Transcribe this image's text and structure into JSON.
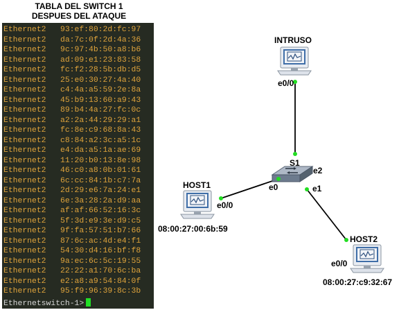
{
  "title": {
    "line1": "TABLA DEL SWITCH 1",
    "line2": "DESPUES DEL ATAQUE"
  },
  "terminal": {
    "rows": [
      {
        "iface": "Ethernet2",
        "mac": "93:ef:80:2d:fc:97"
      },
      {
        "iface": "Ethernet2",
        "mac": "da:7c:0f:2d:4a:36"
      },
      {
        "iface": "Ethernet2",
        "mac": "9c:97:4b:50:a8:b6"
      },
      {
        "iface": "Ethernet2",
        "mac": "ad:09:e1:23:83:58"
      },
      {
        "iface": "Ethernet2",
        "mac": "fc:f2:28:5b:db:d5"
      },
      {
        "iface": "Ethernet2",
        "mac": "25:e0:30:27:4a:40"
      },
      {
        "iface": "Ethernet2",
        "mac": "c4:4a:a5:59:2e:8a"
      },
      {
        "iface": "Ethernet2",
        "mac": "45:b9:13:60:a9:43"
      },
      {
        "iface": "Ethernet2",
        "mac": "89:b4:4a:27:fc:0c"
      },
      {
        "iface": "Ethernet2",
        "mac": "a2:2a:44:29:29:a1"
      },
      {
        "iface": "Ethernet2",
        "mac": "fc:8e:c9:68:8a:43"
      },
      {
        "iface": "Ethernet2",
        "mac": "c8:84:a2:3c:a5:1c"
      },
      {
        "iface": "Ethernet2",
        "mac": "e4:da:a5:1a:ae:69"
      },
      {
        "iface": "Ethernet2",
        "mac": "11:20:b0:13:8e:98"
      },
      {
        "iface": "Ethernet2",
        "mac": "46:c0:a8:0b:01:61"
      },
      {
        "iface": "Ethernet2",
        "mac": "6c:cc:84:1b:c7:7a"
      },
      {
        "iface": "Ethernet2",
        "mac": "2d:29:e6:7a:24:e1"
      },
      {
        "iface": "Ethernet2",
        "mac": "6e:3a:28:2a:d9:aa"
      },
      {
        "iface": "Ethernet2",
        "mac": "af:af:66:52:16:3c"
      },
      {
        "iface": "Ethernet2",
        "mac": "5f:3d:e9:3e:d9:c5"
      },
      {
        "iface": "Ethernet2",
        "mac": "9f:fa:57:51:b7:66"
      },
      {
        "iface": "Ethernet2",
        "mac": "87:6c:ac:4d:e4:f1"
      },
      {
        "iface": "Ethernet2",
        "mac": "54:30:d4:16:bf:f8"
      },
      {
        "iface": "Ethernet2",
        "mac": "9a:ec:6c:5c:19:55"
      },
      {
        "iface": "Ethernet2",
        "mac": "22:22:a1:70:6c:ba"
      },
      {
        "iface": "Ethernet2",
        "mac": "e2:a8:a9:54:84:0f"
      },
      {
        "iface": "Ethernet2",
        "mac": "95:f9:96:39:8c:3b"
      }
    ],
    "prompt": "Ethernetswitch-1>",
    "colors": {
      "background": "#262b22",
      "text": "#e0a43c",
      "cursor": "#22e026"
    }
  },
  "topology": {
    "intruso": {
      "name": "INTRUSO",
      "port": "e0/0"
    },
    "switch": {
      "name": "S1",
      "port_e0": "e0",
      "port_e1": "e1",
      "port_e2": "e2"
    },
    "host1": {
      "name": "HOST1",
      "port": "e0/0",
      "mac": "08:00:27:00:6b:59"
    },
    "host2": {
      "name": "HOST2",
      "port": "e0/0",
      "mac": "08:00:27:c9:32:67"
    },
    "link_color": "#000000",
    "port_dot_color": "#22dd22"
  }
}
